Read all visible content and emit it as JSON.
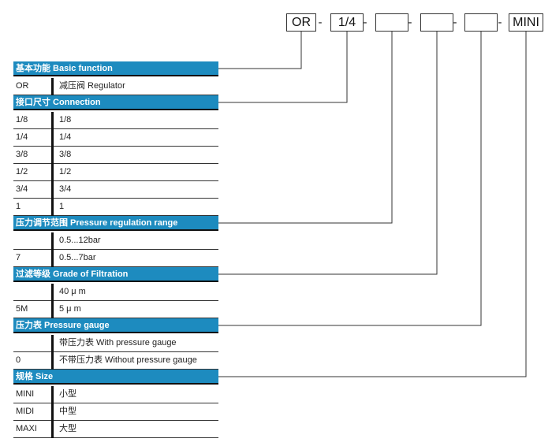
{
  "code": {
    "boxes": [
      "OR",
      "1/4",
      "",
      "",
      "",
      "MINI"
    ],
    "separator": "-"
  },
  "colors": {
    "header_bg": "#1d8bbf",
    "header_text": "#ffffff",
    "rule": "#111111"
  },
  "sections": [
    {
      "title": "基本功能 Basic function",
      "rows": [
        {
          "code": "OR",
          "desc": "减压阀 Regulator"
        }
      ]
    },
    {
      "title": "接口尺寸 Connection",
      "rows": [
        {
          "code": "1/8",
          "desc": "1/8"
        },
        {
          "code": "1/4",
          "desc": "1/4"
        },
        {
          "code": "3/8",
          "desc": "3/8"
        },
        {
          "code": "1/2",
          "desc": "1/2"
        },
        {
          "code": "3/4",
          "desc": "3/4"
        },
        {
          "code": "1",
          "desc": "1"
        }
      ]
    },
    {
      "title": "压力调节范围 Pressure regulation range",
      "rows": [
        {
          "code": "",
          "desc": "0.5...12bar"
        },
        {
          "code": "7",
          "desc": "0.5...7bar"
        }
      ]
    },
    {
      "title": "过滤等级 Grade of Filtration",
      "rows": [
        {
          "code": "",
          "desc": "40 μ m"
        },
        {
          "code": "5M",
          "desc": "5 μ m"
        }
      ]
    },
    {
      "title": "压力表 Pressure gauge",
      "rows": [
        {
          "code": "",
          "desc": "带压力表 With pressure gauge"
        },
        {
          "code": "0",
          "desc": "不带压力表 Without pressure gauge"
        }
      ]
    },
    {
      "title": "规格 Size",
      "rows": [
        {
          "code": "MINI",
          "desc": "小型"
        },
        {
          "code": "MIDI",
          "desc": "中型"
        },
        {
          "code": "MAXI",
          "desc": "大型"
        }
      ]
    }
  ]
}
